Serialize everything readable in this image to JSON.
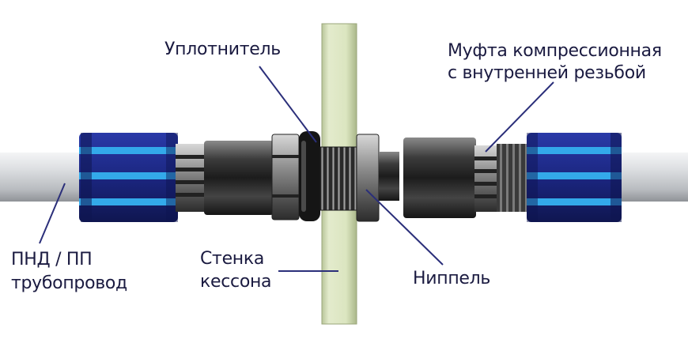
{
  "labels": {
    "sealant": "Уплотнитель",
    "coupling_line1": "Муфта компрессионная",
    "coupling_line2": "с внутренней резьбой",
    "pipe_line1": "ПНД / ПП",
    "pipe_line2": "трубопровод",
    "wall_line1": "Стенка",
    "wall_line2": "кессона",
    "nipple": "Ниппель"
  },
  "colors": {
    "pipe": "#d8dadd",
    "wall": "#dfe8c8",
    "collar_dark": "#1d2a8a",
    "collar_light": "#2fa6e6",
    "metal": "#3a3a3a",
    "label_text": "#1a1a40",
    "leader_line": "#2b2f7a"
  }
}
